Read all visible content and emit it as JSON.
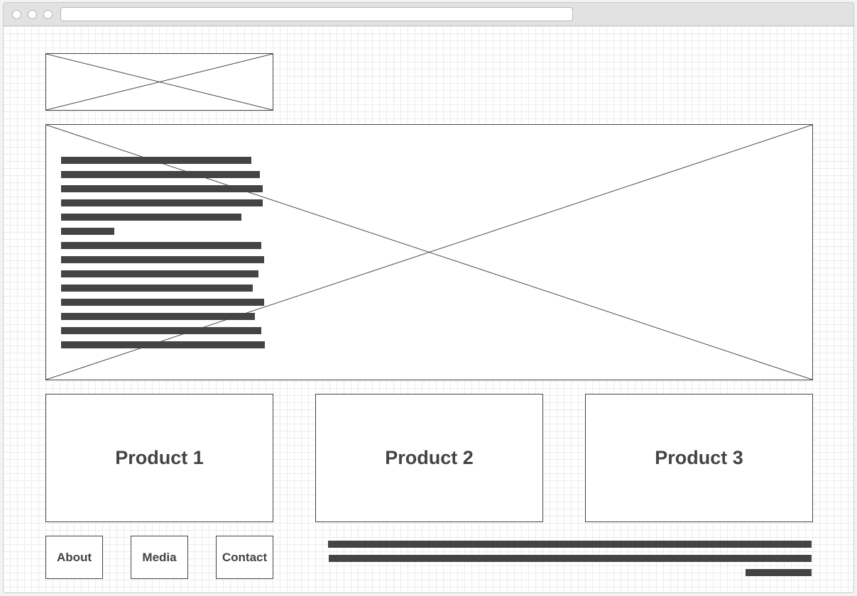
{
  "colors": {
    "ink": "#444444",
    "grid": "#ececec",
    "titlebar": "#e2e2e2"
  },
  "icons": {
    "logo": "image-placeholder-icon",
    "hero": "image-placeholder-icon"
  },
  "products": [
    {
      "label": "Product 1"
    },
    {
      "label": "Product 2"
    },
    {
      "label": "Product 3"
    }
  ],
  "footer": {
    "nav": [
      {
        "label": "About"
      },
      {
        "label": "Media"
      },
      {
        "label": "Contact"
      }
    ]
  }
}
